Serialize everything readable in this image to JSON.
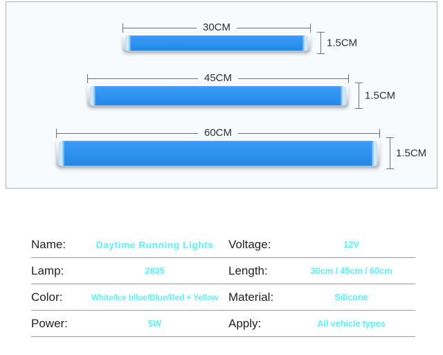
{
  "diagram": {
    "panel_background": "#f8fbfd",
    "panel_border_color": "#a9b2bd",
    "led_strip_color": "#2f93f0",
    "housing_color": "#dfe3e7",
    "products": [
      {
        "id": "led-bar-30cm",
        "length_label": "30CM",
        "height_label": "1.5CM"
      },
      {
        "id": "led-bar-45cm",
        "length_label": "45CM",
        "height_label": "1.5CM"
      },
      {
        "id": "led-bar-60cm",
        "length_label": "60CM",
        "height_label": "1.5CM"
      }
    ]
  },
  "spec_table": {
    "value_color": "#5ff0f5",
    "rows": [
      {
        "left": {
          "key": "Name:",
          "value": "Daytime Running Lights"
        },
        "right": {
          "key": "Voltage:",
          "value": "12V"
        }
      },
      {
        "left": {
          "key": "Lamp:",
          "value": "2835"
        },
        "right": {
          "key": "Length:",
          "value": "30cm / 45cm / 60cm"
        }
      },
      {
        "left": {
          "key": "Color:",
          "value": "White/Ice bllue/Blue/Red  + Yellow"
        },
        "right": {
          "key": "Material:",
          "value": "Silicone"
        }
      },
      {
        "left": {
          "key": "Power:",
          "value": "5W"
        },
        "right": {
          "key": "Apply:",
          "value": "All vehicle types"
        }
      }
    ]
  }
}
